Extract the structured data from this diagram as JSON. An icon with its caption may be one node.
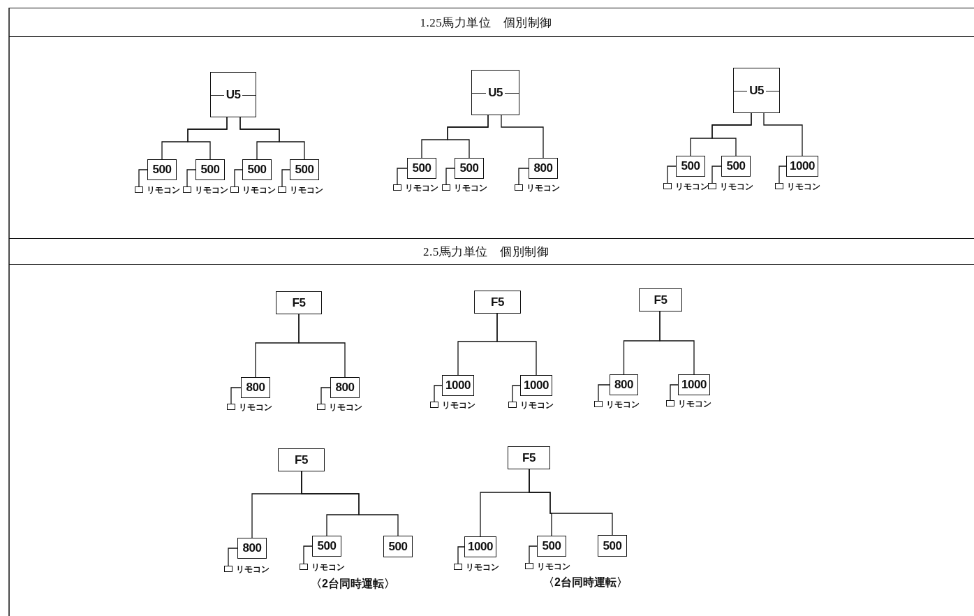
{
  "diagram": {
    "nodes": [
      {
        "text": [
          "1.25馬力単位　個別制御"
        ]
      },
      {
        "text": [
          "U5"
        ]
      },
      {
        "text": [
          "500"
        ]
      },
      {
        "text": [],
        "shape": "box",
        "beside": [
          "リモコン"
        ]
      },
      {
        "text": [
          "500"
        ]
      },
      {
        "text": [],
        "shape": "box",
        "beside": [
          "リモコン"
        ]
      },
      {
        "text": [
          "500"
        ]
      },
      {
        "text": [],
        "shape": "box",
        "beside": [
          "リモコン"
        ]
      },
      {
        "text": [
          "500"
        ]
      },
      {
        "text": [],
        "shape": "box",
        "beside": [
          "リモコン"
        ]
      },
      {
        "text": [
          "U5"
        ]
      },
      {
        "text": [
          "500"
        ]
      },
      {
        "text": [],
        "shape": "box",
        "beside": [
          "リモコン"
        ]
      },
      {
        "text": [
          "500"
        ]
      },
      {
        "text": [],
        "shape": "box",
        "beside": [
          "リモコン"
        ]
      },
      {
        "text": [
          "800"
        ]
      },
      {
        "text": [],
        "shape": "box",
        "beside": [
          "リモコン"
        ]
      },
      {
        "text": [
          "U5"
        ]
      },
      {
        "text": [
          "500"
        ]
      },
      {
        "text": [],
        "shape": "box",
        "beside": [
          "リモコン"
        ]
      },
      {
        "text": [
          "500"
        ]
      },
      {
        "text": [],
        "shape": "box",
        "beside": [
          "リモコン"
        ]
      },
      {
        "text": [
          "1000"
        ]
      },
      {
        "text": [],
        "shape": "box",
        "beside": [
          "リモコン"
        ]
      },
      {
        "text": [
          "2.5馬力単位　個別制御"
        ]
      },
      {
        "text": [
          "F5"
        ]
      },
      {
        "text": [
          "800"
        ]
      },
      {
        "text": [],
        "shape": "box",
        "beside": [
          "リモコン"
        ]
      },
      {
        "text": [
          "800"
        ]
      },
      {
        "text": [],
        "shape": "box",
        "beside": [
          "リモコン"
        ]
      },
      {
        "text": [
          "F5"
        ]
      },
      {
        "text": [
          "1000"
        ]
      },
      {
        "text": [],
        "shape": "box",
        "beside": [
          "リモコン"
        ]
      },
      {
        "text": [
          "1000"
        ]
      },
      {
        "text": [],
        "shape": "box",
        "beside": [
          "リモコン"
        ]
      },
      {
        "text": [
          "F5"
        ]
      },
      {
        "text": [
          "800"
        ]
      },
      {
        "text": [],
        "shape": "box",
        "beside": [
          "リモコン"
        ]
      },
      {
        "text": [
          "1000"
        ]
      },
      {
        "text": [],
        "shape": "box",
        "beside": [
          "リモコン"
        ]
      },
      {
        "text": [
          "F5"
        ]
      },
      {
        "text": [
          "800"
        ]
      },
      {
        "text": [],
        "shape": "box",
        "beside": [
          "リモコン"
        ]
      },
      {
        "text": [
          "500"
        ]
      },
      {
        "text": [],
        "shape": "box",
        "beside": [
          "リモコン"
        ]
      },
      {
        "text": [
          "500"
        ]
      },
      {
        "text": [
          "F5"
        ]
      },
      {
        "text": [
          "1000"
        ]
      },
      {
        "text": [],
        "shape": "box",
        "beside": [
          "リモコン"
        ]
      },
      {
        "text": [
          "500"
        ]
      },
      {
        "text": [],
        "shape": "box",
        "beside": [
          "リモコン"
        ]
      },
      {
        "text": [
          "500"
        ]
      }
    ],
    "edges": [
      {
        "from": 1,
        "to": 2,
        "arrow": "none"
      },
      {
        "from": 2,
        "to": 3,
        "arrow": "none"
      },
      {
        "from": 1,
        "to": 4,
        "arrow": "none"
      },
      {
        "from": 4,
        "to": 5,
        "arrow": "none"
      },
      {
        "from": 1,
        "to": 6,
        "arrow": "none"
      },
      {
        "from": 6,
        "to": 7,
        "arrow": "none"
      },
      {
        "from": 1,
        "to": 8,
        "arrow": "none"
      },
      {
        "from": 8,
        "to": 9,
        "arrow": "none"
      },
      {
        "from": 10,
        "to": 11,
        "arrow": "none"
      },
      {
        "from": 11,
        "to": 12,
        "arrow": "none"
      },
      {
        "from": 10,
        "to": 13,
        "arrow": "none"
      },
      {
        "from": 13,
        "to": 14,
        "arrow": "none"
      },
      {
        "from": 10,
        "to": 15,
        "arrow": "none"
      },
      {
        "from": 15,
        "to": 16,
        "arrow": "none"
      },
      {
        "from": 17,
        "to": 18,
        "arrow": "none"
      },
      {
        "from": 18,
        "to": 19,
        "arrow": "none"
      },
      {
        "from": 17,
        "to": 20,
        "arrow": "none"
      },
      {
        "from": 20,
        "to": 21,
        "arrow": "none"
      },
      {
        "from": 17,
        "to": 22,
        "arrow": "none"
      },
      {
        "from": 22,
        "to": 23,
        "arrow": "none"
      },
      {
        "from": 25,
        "to": 26,
        "arrow": "none"
      },
      {
        "from": 26,
        "to": 27,
        "arrow": "none"
      },
      {
        "from": 25,
        "to": 28,
        "arrow": "none"
      },
      {
        "from": 28,
        "to": 29,
        "arrow": "none"
      },
      {
        "from": 30,
        "to": 31,
        "arrow": "none"
      },
      {
        "from": 31,
        "to": 32,
        "arrow": "none"
      },
      {
        "from": 30,
        "to": 33,
        "arrow": "none"
      },
      {
        "from": 33,
        "to": 34,
        "arrow": "none"
      },
      {
        "from": 35,
        "to": 36,
        "arrow": "none"
      },
      {
        "from": 36,
        "to": 37,
        "arrow": "none"
      },
      {
        "from": 35,
        "to": 38,
        "arrow": "none"
      },
      {
        "from": 38,
        "to": 39,
        "arrow": "none"
      },
      {
        "from": 40,
        "to": 41,
        "arrow": "none"
      },
      {
        "from": 41,
        "to": 42,
        "arrow": "none"
      },
      {
        "from": 40,
        "to": 43,
        "arrow": "none"
      },
      {
        "from": 43,
        "to": 44,
        "arrow": "none"
      },
      {
        "from": 40,
        "to": 45,
        "arrow": "none"
      },
      {
        "from": 46,
        "to": 47,
        "arrow": "none"
      },
      {
        "from": 47,
        "to": 48,
        "arrow": "none"
      },
      {
        "from": 46,
        "to": 49,
        "arrow": "none"
      },
      {
        "from": 49,
        "to": 50,
        "arrow": "none"
      },
      {
        "from": 46,
        "to": 51,
        "arrow": "none"
      }
    ],
    "labels": [
      "〈2台同時運転〉",
      "〈2台同時運転〉"
    ]
  }
}
